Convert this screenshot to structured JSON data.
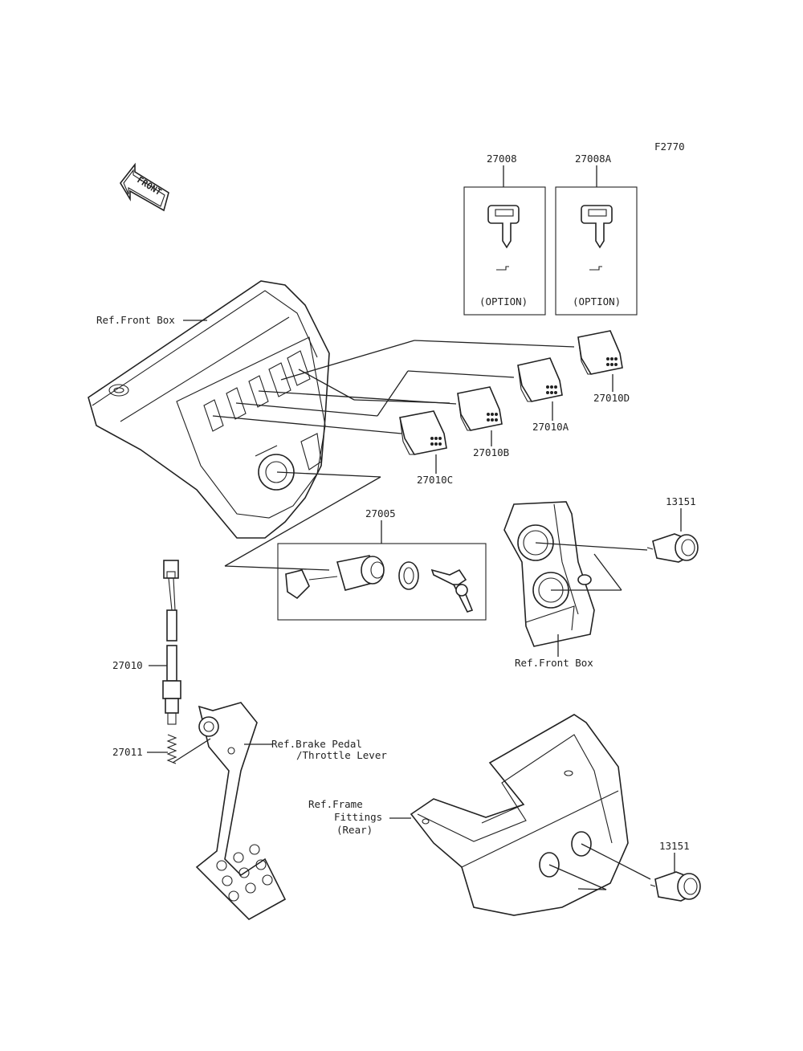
{
  "diagram_code": "F2770",
  "front_arrow_text": "FRONT",
  "callouts": {
    "p27008": "27008",
    "p27008a": "27008A",
    "p27010d": "27010D",
    "p27010a": "27010A",
    "p27010b": "27010B",
    "p27010c": "27010C",
    "p27005": "27005",
    "p13151_top": "13151",
    "p13151_bottom": "13151",
    "p27010": "27010",
    "p27011": "27011"
  },
  "option_labels": {
    "left": "(OPTION)",
    "right": "(OPTION)"
  },
  "references": {
    "front_box_top": "Ref.Front Box",
    "front_box_right": "Ref.Front Box",
    "brake_pedal_line1": "Ref.Brake Pedal",
    "brake_pedal_line2": "/Throttle Lever",
    "frame_line1": "Ref.Frame",
    "frame_line2": "Fittings",
    "frame_line3": "(Rear)"
  }
}
